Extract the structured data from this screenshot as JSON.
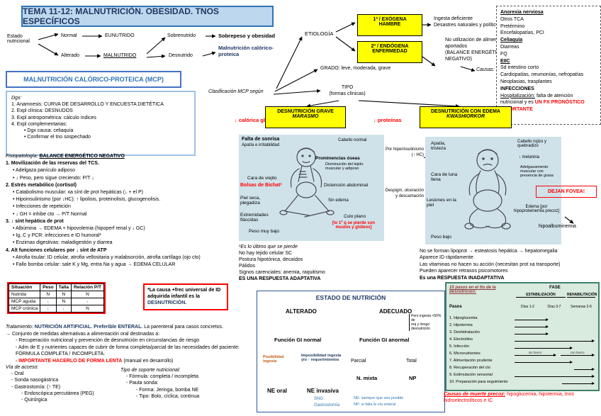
{
  "title": "TEMA 11-12: MALNUTRICIÓN. OBESIDAD. TNOS ESPECÍFICOS",
  "top_flow": {
    "root": "Estado nutricional",
    "normal": "Normal",
    "eunutrido": "EUNUTRIDO",
    "alterado": "Alterado",
    "malnutrido": "MALNUTRIDO",
    "sobrenutrido": "Sobrenutrido",
    "sobrepeso": "Sobrepeso y obesidad",
    "desnutrido": "Desnutrido",
    "mcp": "Malnutrición calórico-proteica"
  },
  "mcp": {
    "header": "MALNUTRICIÓN CALÓRICO-PROTEICA (MCP)",
    "dgx_title": "Dgx:",
    "items": [
      "1. Anamnesis: CURVA DE DESARROLLO Y ENCUESTA DIETÉTICA",
      "2. Expl clínica: DESNUDOS",
      "3. Expl antropométrica: cálculo índices",
      "4. Expl complementarias:"
    ],
    "sub": [
      "•   Dgx causa: celiaquía",
      "•   Confirmar el tno sospechado"
    ]
  },
  "fisio": {
    "lead": "Fisiopatología:",
    "lead_value": "BALANCE ENERGÉTICO NEGATIVO",
    "lines": [
      "1. Movilización de las reservas del TCS.",
      "• Adelgaza panículo adiposo",
      "• ↓ Peso, pero sigue creciendo: P/T ↓",
      "2. Estrés metabólico (cortisol)",
      "• Catabolismo muscular: xa sínt de prot hepáticas (↓ + el P)",
      "• Hipoinsulinismo (por ↓HC): ↑ lipolisis, proteinolisis, glucogenolisis.",
      "• Infecciones de repetición",
      "• ↓ GH = inhibe cto → P/T Normal",
      "3. ↓ sínt hepática de prot",
      "• Albúmina → EDEMA + hipovolemia (hipoperf renal y ↓ GC)",
      "• Ig, C y PCR: infecciones e ID humoral*",
      "• Enzimas digestivas: maladigestión y diarrea",
      "4. Alt funciones celulares por ↓ sínt de ATP",
      "• Atrofia tisular: ID celular, atrofia vellositaria y malabsorción, atrofia cartílago (ojo cto)",
      "• Fallo bomba celular: sale K y Mg, entra Na y agua → EDEMA CELULAR"
    ]
  },
  "ptable": {
    "headers": [
      "Situación",
      "Peso",
      "Talla",
      "Relación P/T"
    ],
    "rows": [
      [
        "Nutrida",
        "N",
        "N",
        "N"
      ],
      [
        "MCP aguda",
        "↓",
        "N",
        "↓"
      ],
      [
        "MCP crónica",
        "↓",
        "↓",
        "N"
      ]
    ]
  },
  "note": {
    "pre": "*La causa +frec universal de ID adquirida infantil es la ",
    "em": "DESNUTRICIÓN."
  },
  "treatment": {
    "label": "Tratamiento:",
    "strong": "NUTRICIÓN ARTIFICIAL. Preferible ENTERAL.",
    "rest": " La parenteral para casos concretos.",
    "arrow": "→",
    "intro": "Conjunto de medidas alternativas a alimentación oral destinadas a:",
    "item1": "- Recuperación nutricional y prevención de desnutrición en circunstancias de riesgo",
    "item2": "- Adm de E y nutrientes capaces de cubrir de forma completa/parcial de las necesidades del paciente: FÓRMULA COMPLETA / INCOMPLETA.",
    "important": "- IMPORTANTE HACERLO DE FORMA LENTA",
    "important_rest": " (manual en desarrollo)"
  },
  "access": {
    "title": "Vía de acceso:",
    "items": [
      "- Oral",
      "- Sonda nasogástrica",
      "- Gastrostomía: (↑ TE)"
    ],
    "sub": [
      "- Endoscópica percutánea (PEG)",
      "- Quirúrgica"
    ]
  },
  "support": {
    "title": "Tipo de soporte nutricional:",
    "items": [
      "- Fórmula: completa / incompleta",
      "- Pauta sonda:"
    ],
    "sub": [
      "- Forma: Jeringa, bomba NE",
      "- Tipo: Bolo, cíclica, continua"
    ]
  },
  "classif": {
    "label": "Clasificación MCP según",
    "etiologia": "ETIOLOGÍA",
    "ex1": "1ª / EXÓGENA",
    "ex2": "HAMBRE",
    "ex_note1": "Ingesta deficiente",
    "ex_note2": "Desastres naturales y políticos",
    "en1": "2ª / ENDÓGENA",
    "en2": "ENFERMEDAD",
    "en_note1": "No utilización de alimentos aportados",
    "en_note2": "(BALANCE ENERGÉTICO NEGATIVO)",
    "causas": "Causas:",
    "grado": "GRADO: leve, moderada, grave",
    "tipo1": "TIPO",
    "tipo2": "(formas clínicas)"
  },
  "causes": {
    "items": [
      "Anorexia nerviosa",
      "Otros TCA",
      "Pretérmino",
      "Encefalopatías, PCI",
      "Celiaquía",
      "Diarreas",
      "FQ",
      "EIIC",
      "Sd intestino corto",
      "Cardiopatías, neumonías, nefropatías",
      "Neoplasias, trasplantes",
      "INFECCIONES"
    ],
    "hosp_label": "Hospitalización:",
    "hosp_text": " falta de atención nutricional y es ",
    "hosp_red": "UN FX PRONÓSTICO IMPORTANTE"
  },
  "marasmo": {
    "deficit": "↓ calórica global",
    "box1": "DESNUTRICIÓN GRAVE",
    "box2": "MARASMO",
    "labels": {
      "sonrisa": "Falta de sonrisa",
      "apatia": "Apatía e irritabilidad",
      "cara": "Cara de viejito",
      "bichat": "Bolsas de Bichat¹",
      "piel": "Piel seca, plegadiza",
      "extrem": "Extremidades fláccidas",
      "peso": "Peso muy bajo",
      "cabello": "Cabello normal",
      "promin": "Prominencias óseas",
      "dismin": "Disminución del tejido muscular y adiposo",
      "distension": "Distensión abdominal",
      "sinedema": "Sin edema",
      "culo": "Culo plano",
      "culored": "[lo 1º q se pierde son muslos y glúteos]"
    },
    "foot": [
      "¹Es lo último que se pierde",
      "No hay tejido celular SC",
      "Postura hipotónica, decaídos",
      "Pálidos",
      "Signos carenciales: anemia, raquitismo",
      "ES UNA RESPUESTA ADAPTATIVA"
    ]
  },
  "kwash": {
    "deficit": "↓ proteínas",
    "box1": "DESNUTRICIÓN CON EDEMA",
    "box2": "KWASHIORKOR",
    "labels": {
      "apatia": "Apatía, tristeza",
      "hiperins": "Por hiperinsulinismo (↑ HC)",
      "cara": "Cara de luna llena",
      "lesiones": "Lesiones en la piel",
      "despigm": "Despigm, ulceración y descamación",
      "peso": "Peso bajo",
      "cabello": "Cabello rojizo y quebradizo",
      "melanina": "↓ melanina",
      "adelg": "Adelgazamiento muscular con presencia de grasa",
      "edema": "Edema [por hipoproteinemia precoz]",
      "fovea": "DEJAN FOVEA!",
      "hipoalb": "hipoalbuminemia"
    },
    "foot": [
      "No se forman lipoprot → esteatosis hepática → hepatomegalia",
      "Aparece ID rápidamente",
      "Las vitaminas no hacen su acción (necesitan prot xa transporte)",
      "Pueden aparecer retrasos psicomotores",
      "Es una RESPUESTA INADAPTATIVA"
    ]
  },
  "flow2": {
    "title": "ESTADO DE NUTRICIÓN",
    "alterado": "ALTERADO",
    "adecuado": "ADECUADO",
    "note1": "Pero ingesta <50% de",
    "note2": "req y riesgo desnutrición",
    "gi_normal": "Función GI normal",
    "gi_anormal": "Función GI anormal",
    "posibilidad": "Posibilidad ingesta",
    "imposibilidad": "Imposibilidad ingesta y/o ↑ requerimientos",
    "parcial": "Parcial",
    "total": "Total",
    "ne_oral": "NE oral",
    "ne_invasiva": "NE invasiva",
    "n_mixta": "N. mixta",
    "np": "NP",
    "sng": "SNG",
    "gastro": "Gastrostomía",
    "blue1": "NE: siempre que sea posible",
    "blue2": "NP: si falla la vía enteral"
  },
  "ten_steps": {
    "title": "10 pasos en el tto de la desnutrición:",
    "fase": "FASE",
    "estab": "ESTABILIZACIÓN",
    "rehab": "REHABILITACIÓN",
    "pasos": "Pasos",
    "col1": "Días 1-2",
    "col2": "Días 3-7",
    "col3": "Semanas 2-6",
    "steps": [
      "1. Hipoglucemia",
      "2. Hipotermia",
      "3. Deshidratación",
      "4. Electrolitos",
      "5. Infección",
      "6. Micronutrientes",
      "7. Alimentación prudente",
      "8. Recuperación del cto",
      "9. Estimulación sensorial",
      "10. Preparación para seguimiento"
    ],
    "sin_hierro": "sin hierro",
    "con_hierro": "con hierro",
    "spans": [
      [
        0,
        0.42
      ],
      [
        0,
        0.42
      ],
      [
        0,
        0.42
      ],
      [
        0,
        1
      ],
      [
        0,
        0.72
      ],
      [
        0,
        1
      ],
      [
        0,
        0.72
      ],
      [
        0.75,
        1
      ],
      [
        0,
        1
      ],
      [
        0.6,
        1
      ]
    ]
  },
  "death": {
    "label": "Causas de muerte precoz:",
    "text": " hipoglucemia, hipotermia, tnos hidroelectrolíticos e IC"
  }
}
